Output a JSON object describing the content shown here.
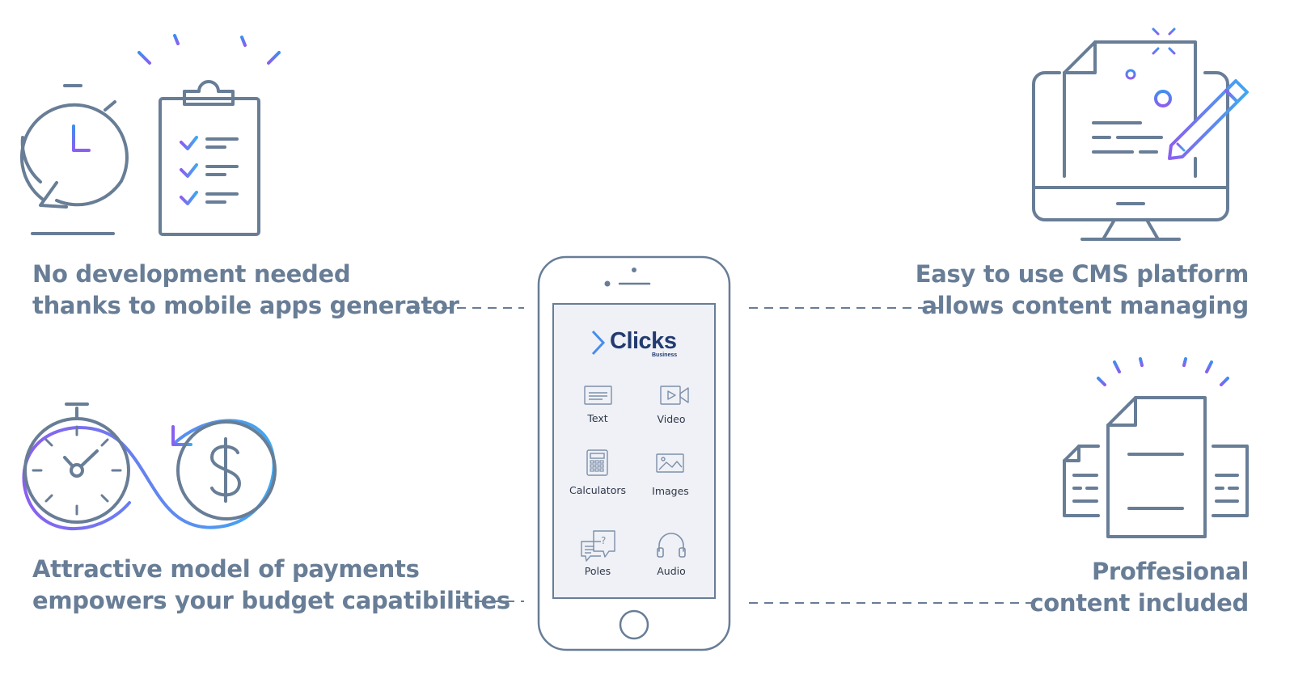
{
  "features": {
    "no_development": {
      "line1": "No development needed",
      "line2": "thanks to mobile apps generator"
    },
    "payments": {
      "line1": "Attractive model of payments",
      "line2": "empowers your budget capatibilities"
    },
    "cms": {
      "line1": "Easy to use CMS platform",
      "line2": "allows content managing"
    },
    "professional": {
      "line1": "Proffesional",
      "line2": "content included"
    }
  },
  "phone": {
    "brand": "Clicks",
    "brand_sub": "Business",
    "apps": [
      {
        "label": "Text",
        "icon": "text-icon"
      },
      {
        "label": "Video",
        "icon": "video-icon"
      },
      {
        "label": "Calculators",
        "icon": "calculator-icon"
      },
      {
        "label": "Images",
        "icon": "image-icon"
      },
      {
        "label": "Poles",
        "icon": "poll-icon"
      },
      {
        "label": "Audio",
        "icon": "headphones-icon"
      }
    ]
  },
  "icons": [
    "stopwatch-refresh-icon",
    "clipboard-checklist-icon",
    "infinity-time-money-icon",
    "computer-document-pencil-icon",
    "documents-stack-icon"
  ],
  "colors": {
    "stroke": "#687d96",
    "text": "#687d96",
    "accent_blue": "#3f8ef0",
    "accent_purple": "#8a5ff0",
    "brand": "#223a70"
  }
}
